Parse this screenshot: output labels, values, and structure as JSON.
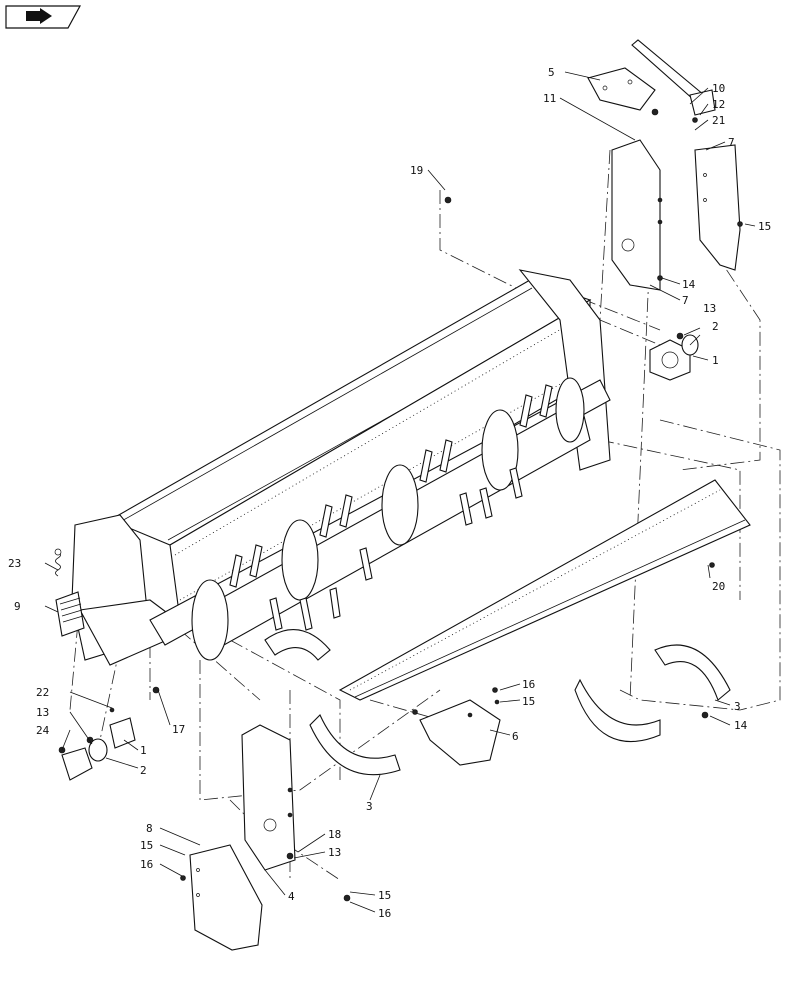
{
  "nav_icon": {
    "name": "back-arrow-icon"
  },
  "callouts": {
    "c1a": "1",
    "c1b": "1",
    "c2a": "2",
    "c2b": "2",
    "c3a": "3",
    "c3b": "3",
    "c4": "4",
    "c5": "5",
    "c6": "6",
    "c7a": "7",
    "c7b": "7",
    "c8": "8",
    "c9": "9",
    "c10": "10",
    "c11": "11",
    "c12": "12",
    "c13a": "13",
    "c13b": "13",
    "c13c": "13",
    "c14a": "14",
    "c14b": "14",
    "c15a": "15",
    "c15b": "15",
    "c15c": "15",
    "c15d": "15",
    "c16a": "16",
    "c16b": "16",
    "c16c": "16",
    "c17": "17",
    "c18": "18",
    "c19": "19",
    "c20": "20",
    "c21": "21",
    "c22": "22",
    "c23": "23",
    "c24": "24"
  }
}
